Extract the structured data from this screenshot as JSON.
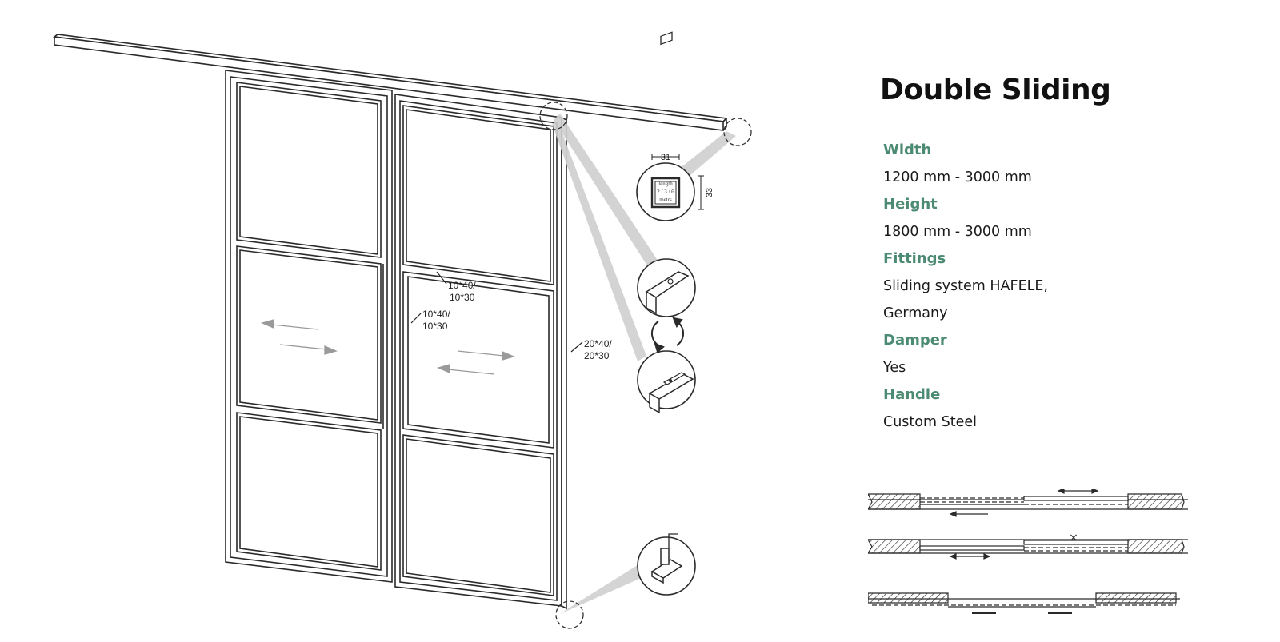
{
  "spec": {
    "title": "Double Sliding",
    "items": [
      {
        "label": "Width",
        "value": "1200 mm - 3000 mm"
      },
      {
        "label": "Height",
        "value": "1800 mm - 3000 mm"
      },
      {
        "label": "Fittings",
        "value": "Sliding system HAFELE, Germany"
      },
      {
        "label": "Damper",
        "value": "Yes"
      },
      {
        "label": "Handle",
        "value": "Custom Steel"
      }
    ]
  },
  "diagram": {
    "profile_labels": {
      "mullion_right": [
        "10*40/",
        "10*30"
      ],
      "mullion_left": [
        "10*40/",
        "10*30"
      ],
      "frame": [
        "20*40/",
        "20*30"
      ]
    },
    "rail_detail": {
      "width": "31",
      "height": "33",
      "length_lines": [
        "length",
        "2 / 3 / 6",
        "metrs"
      ]
    },
    "plan_marker": "×"
  },
  "colors": {
    "accent": "#4b8a73",
    "line": "#2a2a2a",
    "callout": "#c8c8c8"
  },
  "icons": [
    "swap-arrows-icon",
    "rotate-arrows-icon",
    "detail-magnifier-icon"
  ]
}
